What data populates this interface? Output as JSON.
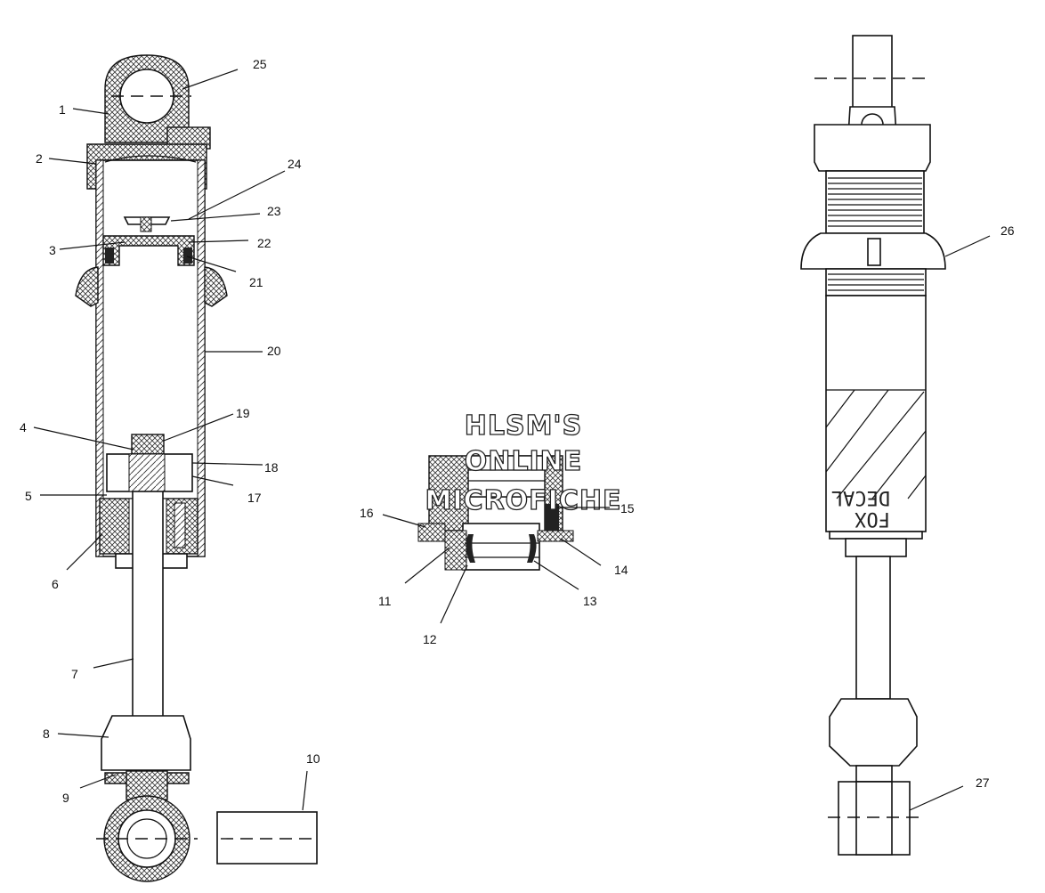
{
  "labels": [
    "1",
    "2",
    "3",
    "4",
    "5",
    "6",
    "7",
    "8",
    "9",
    "10",
    "11",
    "12",
    "13",
    "14",
    "15",
    "16",
    "17",
    "18",
    "19",
    "20",
    "21",
    "22",
    "23",
    "24",
    "25",
    "26",
    "27"
  ],
  "watermark": [
    "HLSM'S",
    "ONLINE",
    "MICROFICHE"
  ],
  "decal_text": [
    "DECAL",
    "FOX"
  ]
}
